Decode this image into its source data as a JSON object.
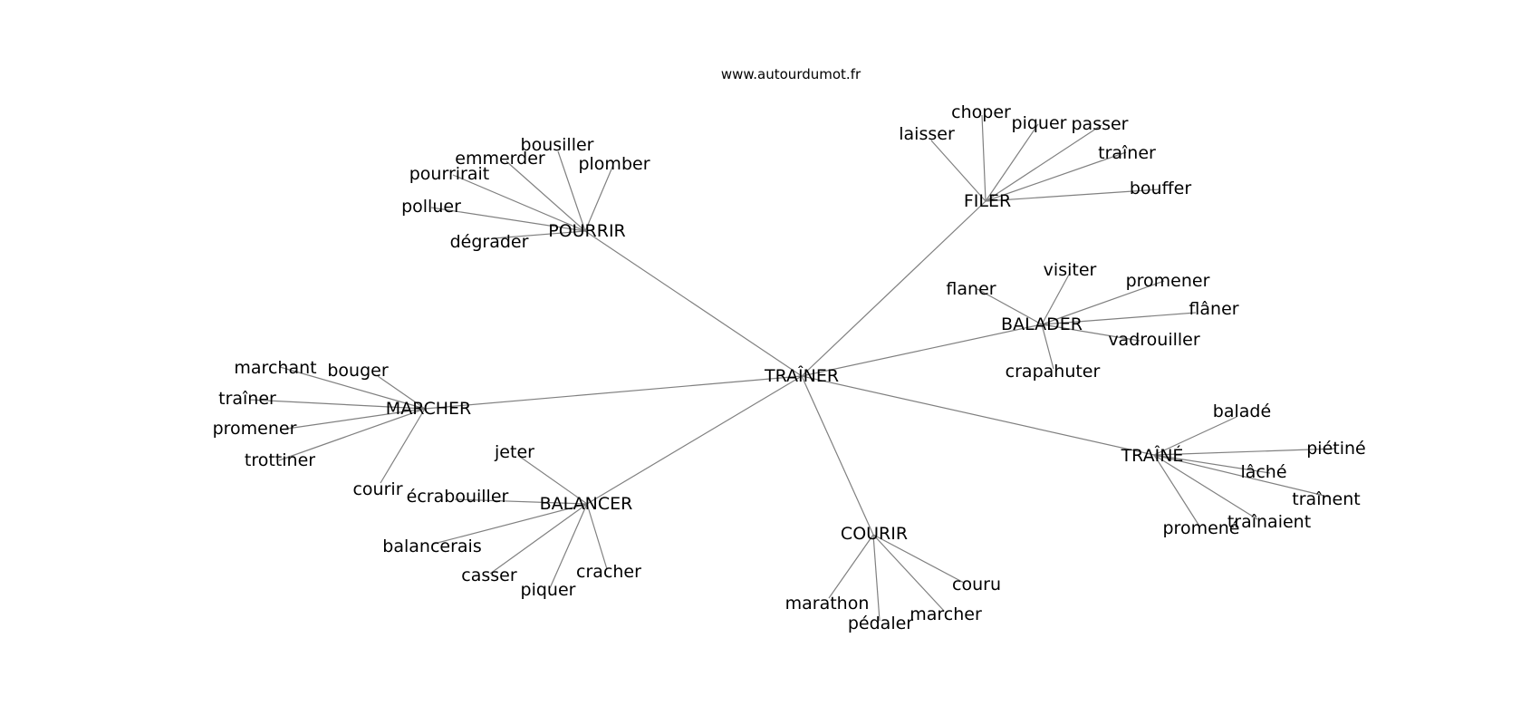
{
  "source_text": "www.autourdumot.fr",
  "root": "TRAÎNER",
  "clusters": [
    {
      "id": "filer",
      "word": "FILER",
      "words": [
        "laisser",
        "choper",
        "piquer",
        "passer",
        "traîner",
        "bouffer"
      ]
    },
    {
      "id": "pourrir",
      "word": "POURRIR",
      "words": [
        "bousiller",
        "emmerder",
        "plomber",
        "pourrirait",
        "polluer",
        "dégrader"
      ]
    },
    {
      "id": "balader",
      "word": "BALADER",
      "words": [
        "visiter",
        "flaner",
        "promener",
        "flâner",
        "vadrouiller",
        "crapahuter"
      ]
    },
    {
      "id": "marcher",
      "word": "MARCHER",
      "words": [
        "marchant",
        "bouger",
        "traîner",
        "promener",
        "trottiner",
        "courir"
      ]
    },
    {
      "id": "traine",
      "word": "TRAÎNÉ",
      "words": [
        "baladé",
        "piétiné",
        "lâché",
        "traînent",
        "traînaient",
        "promené"
      ]
    },
    {
      "id": "balancer",
      "word": "BALANCER",
      "words": [
        "jeter",
        "écrabouiller",
        "balancerais",
        "casser",
        "piquer",
        "cracher"
      ]
    },
    {
      "id": "courir",
      "word": "COURIR",
      "words": [
        "couru",
        "marathon",
        "marcher",
        "pédaler"
      ]
    }
  ]
}
